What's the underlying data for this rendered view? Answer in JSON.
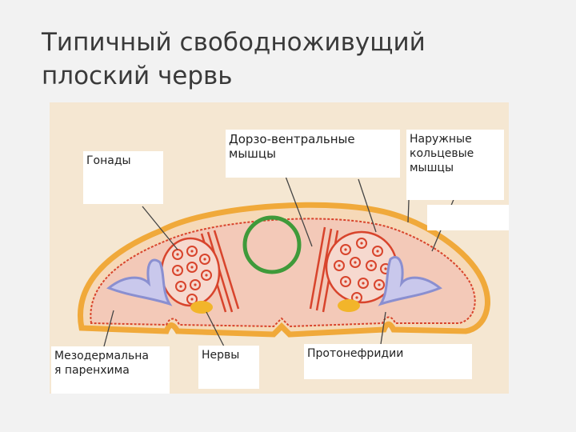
{
  "slide": {
    "title": "Типичный свободноживущий\nплоский червь"
  },
  "labels": {
    "gonads": "Гонады",
    "dorso_ventral": "Дорзо-вентральные\nмышцы",
    "outer_ring": "Наружные\nкольцевые\nмышцы",
    "mesoderm": "Мезодермальна\nя паренхима",
    "nerves": "Нервы",
    "protonephridia": "Протонефридии"
  },
  "colors": {
    "background": "#f2f2f2",
    "paper": "#f5e7d2",
    "outer_layer": "#f0a93a",
    "muscle_red": "#d8442c",
    "parenchyma": "#f3c9b8",
    "gut_ring": "#3f9a3a",
    "nerve": "#f2b52a",
    "protonephridia": "#8a8fd0"
  }
}
